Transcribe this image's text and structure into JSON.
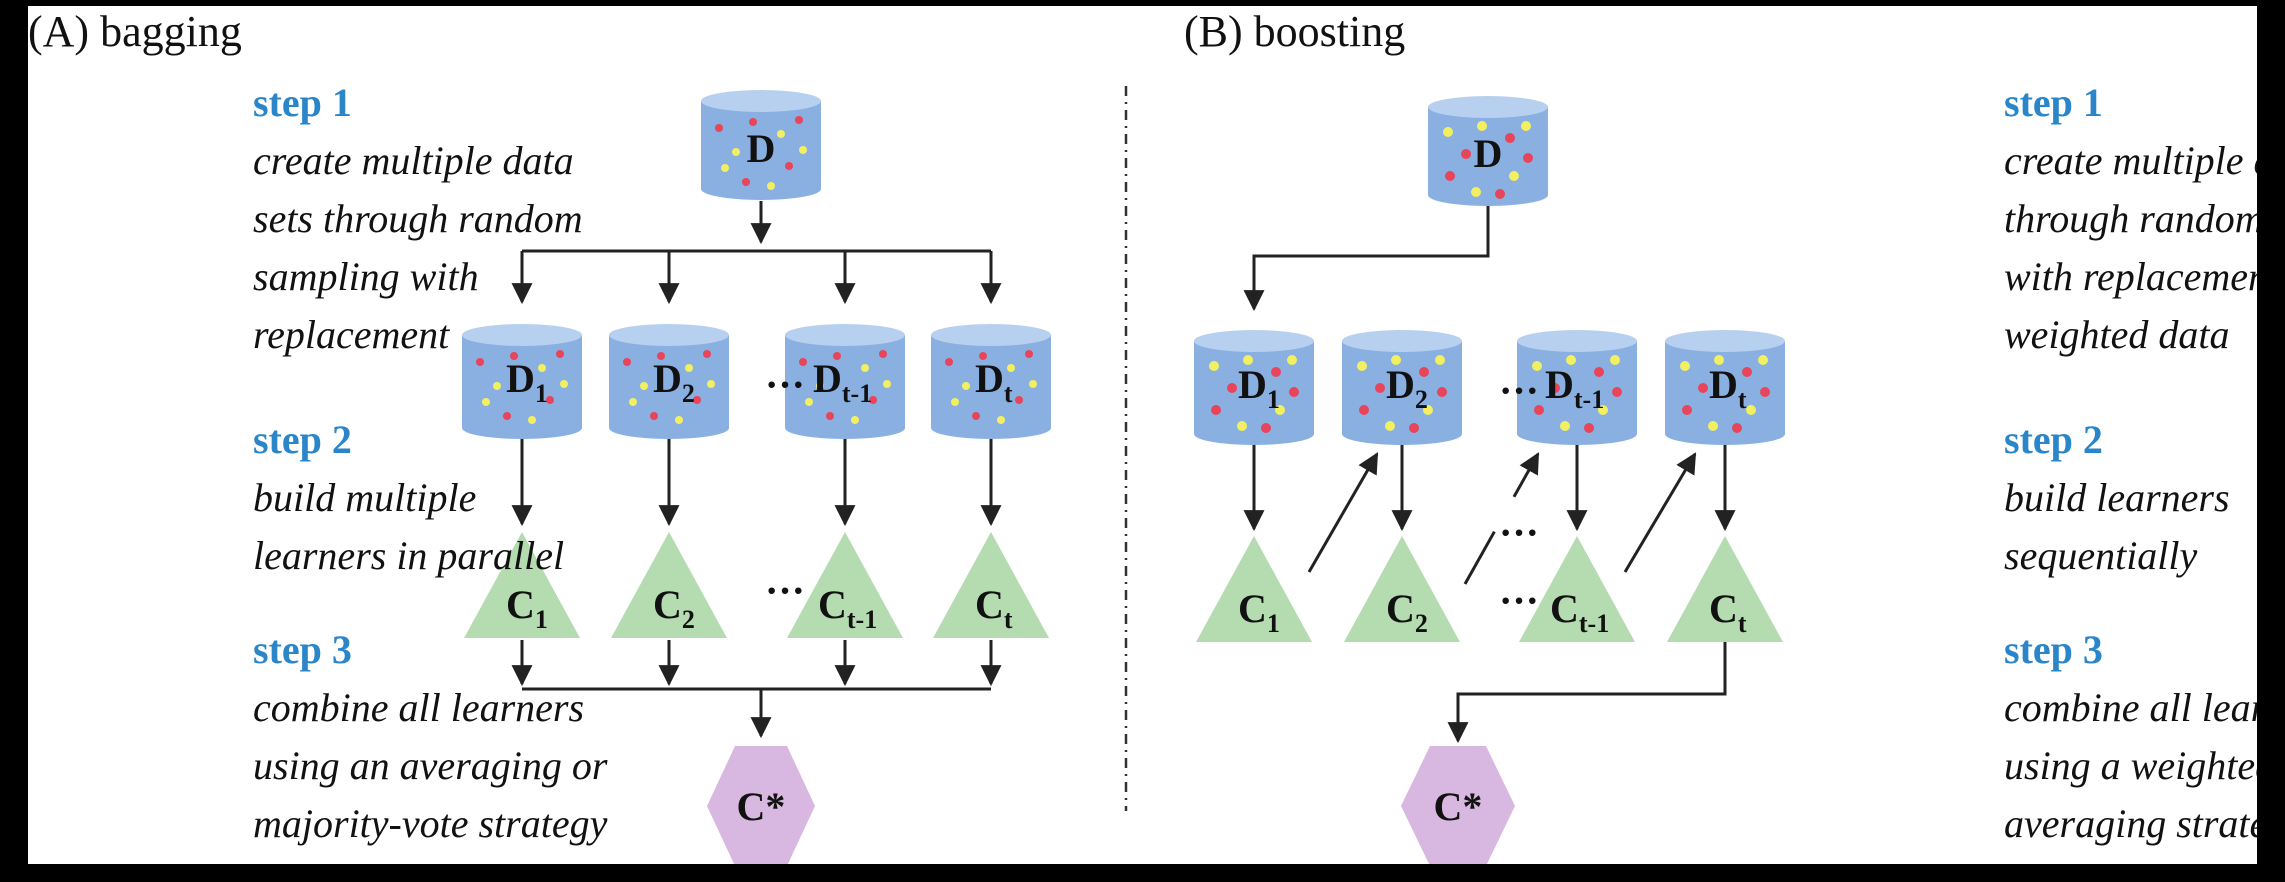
{
  "panel_a": {
    "title": "(A) bagging",
    "steps": [
      {
        "label": "step 1",
        "lines": [
          "create multiple data",
          "sets through random",
          "sampling with",
          "replacement"
        ]
      },
      {
        "label": "step 2",
        "lines": [
          "build multiple",
          "learners in parallel"
        ]
      },
      {
        "label": "step 3",
        "lines": [
          "combine all learners",
          "using an averaging or",
          "majority-vote strategy"
        ]
      }
    ]
  },
  "panel_b": {
    "title": "(B) boosting",
    "steps": [
      {
        "label": "step 1",
        "lines": [
          "create multiple data sets",
          "through random sampling",
          "with replacement over",
          "weighted data"
        ]
      },
      {
        "label": "step 2",
        "lines": [
          "build learners",
          "sequentially"
        ]
      },
      {
        "label": "step 3",
        "lines": [
          "combine all learners",
          "using a weighted-",
          "averaging strategy"
        ]
      }
    ]
  },
  "nodes": {
    "dataset": "D",
    "subsets": [
      {
        "base": "D",
        "sub": "1"
      },
      {
        "base": "D",
        "sub": "2"
      },
      {
        "base": "D",
        "sub": "t-1"
      },
      {
        "base": "D",
        "sub": "t"
      }
    ],
    "learners": [
      {
        "base": "C",
        "sub": "1"
      },
      {
        "base": "C",
        "sub": "2"
      },
      {
        "base": "C",
        "sub": "t-1"
      },
      {
        "base": "C",
        "sub": "t"
      }
    ],
    "ensemble": "C*",
    "ellipsis": "···"
  },
  "colors": {
    "cylinder_body": "#8ab0e2",
    "cylinder_top": "#b8d0f0",
    "triangle": "#b5dbb0",
    "hexagon": "#d8b8e0",
    "step_label": "#2a86c8",
    "dot_red": "#e8445a",
    "dot_yellow": "#f2f060"
  }
}
